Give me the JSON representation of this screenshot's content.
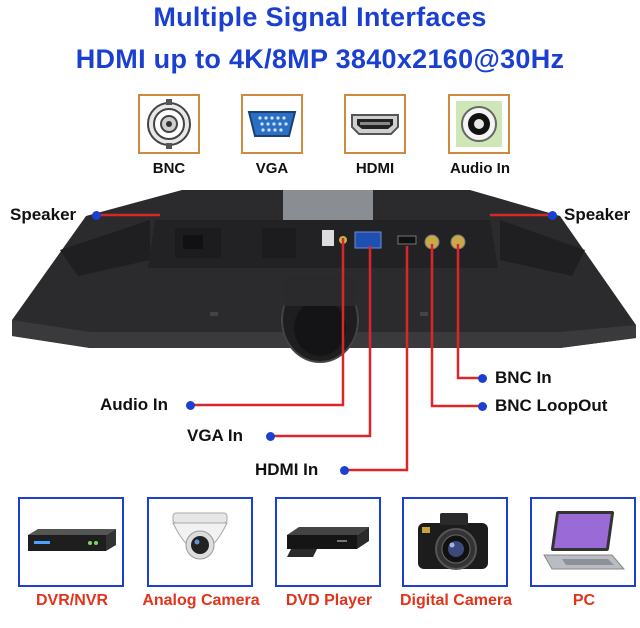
{
  "title": {
    "line1": "Multiple Signal Interfaces",
    "line2": "HDMI up to 4K/8MP 3840x2160@30Hz"
  },
  "ports": [
    {
      "label": "BNC",
      "icon": "bnc-connector-icon"
    },
    {
      "label": "VGA",
      "icon": "vga-connector-icon"
    },
    {
      "label": "HDMI",
      "icon": "hdmi-connector-icon"
    },
    {
      "label": "Audio In",
      "icon": "audio-jack-icon"
    }
  ],
  "callouts": {
    "speaker_left": "Speaker",
    "speaker_right": "Speaker",
    "audio_in": "Audio In",
    "vga_in": "VGA In",
    "hdmi_in": "HDMI In",
    "bnc_in": "BNC In",
    "bnc_loopout": "BNC LoopOut"
  },
  "devices": [
    {
      "label": "DVR/NVR",
      "icon": "dvr-nvr-icon"
    },
    {
      "label": "Analog Camera",
      "icon": "dome-camera-icon"
    },
    {
      "label": "DVD Player",
      "icon": "dvd-player-icon"
    },
    {
      "label": "Digital Camera",
      "icon": "digital-camera-icon"
    },
    {
      "label": "PC",
      "icon": "laptop-icon"
    }
  ],
  "colors": {
    "title_blue": "#1a3fd1",
    "callout_line_red": "#d9262b",
    "device_label_red": "#e2331b",
    "port_border_orange": "#d08a40"
  }
}
